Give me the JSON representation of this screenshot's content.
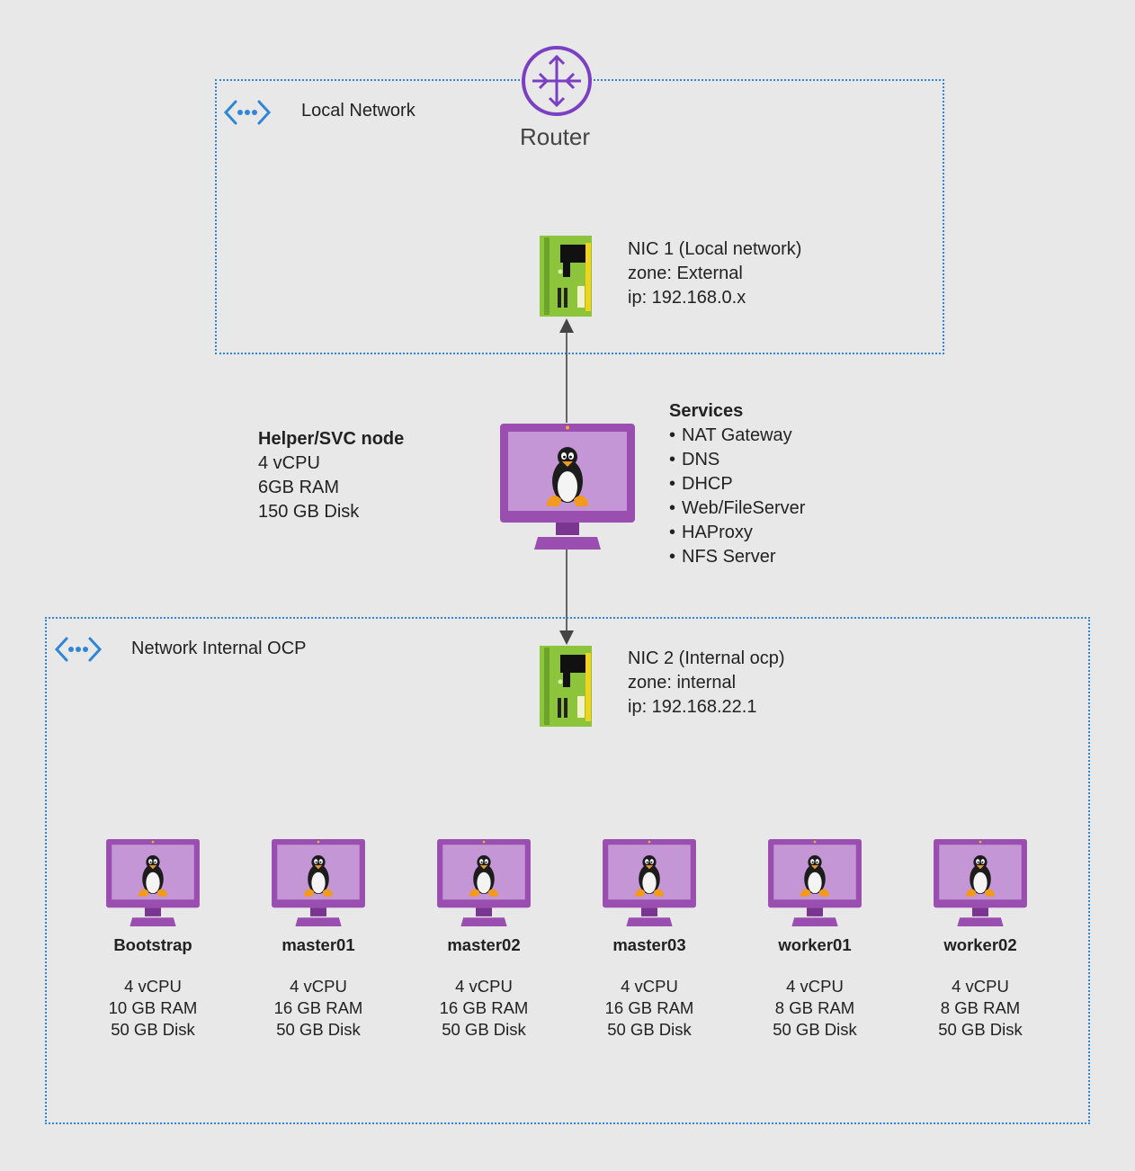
{
  "local_network": {
    "label": "Local Network"
  },
  "router": {
    "label": "Router"
  },
  "nic1": {
    "lines": [
      "NIC 1 (Local network)",
      "zone: External",
      "ip: 192.168.0.x"
    ]
  },
  "helper": {
    "title": "Helper/SVC node",
    "specs": [
      "4 vCPU",
      "6GB RAM",
      "150 GB Disk"
    ]
  },
  "services": {
    "title": "Services",
    "items": [
      "NAT Gateway",
      "DNS",
      "DHCP",
      "Web/FileServer",
      "HAProxy",
      "NFS Server"
    ]
  },
  "internal_network": {
    "label": "Network Internal OCP"
  },
  "nic2": {
    "lines": [
      "NIC 2 (Internal ocp)",
      "zone: internal",
      "ip: 192.168.22.1"
    ]
  },
  "nodes": [
    {
      "name": "Bootstrap",
      "cpu": "4 vCPU",
      "ram": "10 GB RAM",
      "disk": "50 GB Disk"
    },
    {
      "name": "master01",
      "cpu": "4 vCPU",
      "ram": "16 GB RAM",
      "disk": "50 GB Disk"
    },
    {
      "name": "master02",
      "cpu": "4 vCPU",
      "ram": "16 GB RAM",
      "disk": "50 GB Disk"
    },
    {
      "name": "master03",
      "cpu": "4 vCPU",
      "ram": "16 GB RAM",
      "disk": "50 GB Disk"
    },
    {
      "name": "worker01",
      "cpu": "4 vCPU",
      "ram": "8 GB RAM",
      "disk": "50 GB Disk"
    },
    {
      "name": "worker02",
      "cpu": "4 vCPU",
      "ram": "8 GB RAM",
      "disk": "50 GB Disk"
    }
  ],
  "colors": {
    "zone_border": "#2f86d6",
    "router": "#7b3fc4",
    "monitor": "#9a4fb0",
    "nic": "#8cc43c",
    "arrow": "#444444"
  },
  "icons": [
    "virtual-network-icon",
    "router-icon",
    "nic-icon",
    "linux-monitor-icon"
  ]
}
